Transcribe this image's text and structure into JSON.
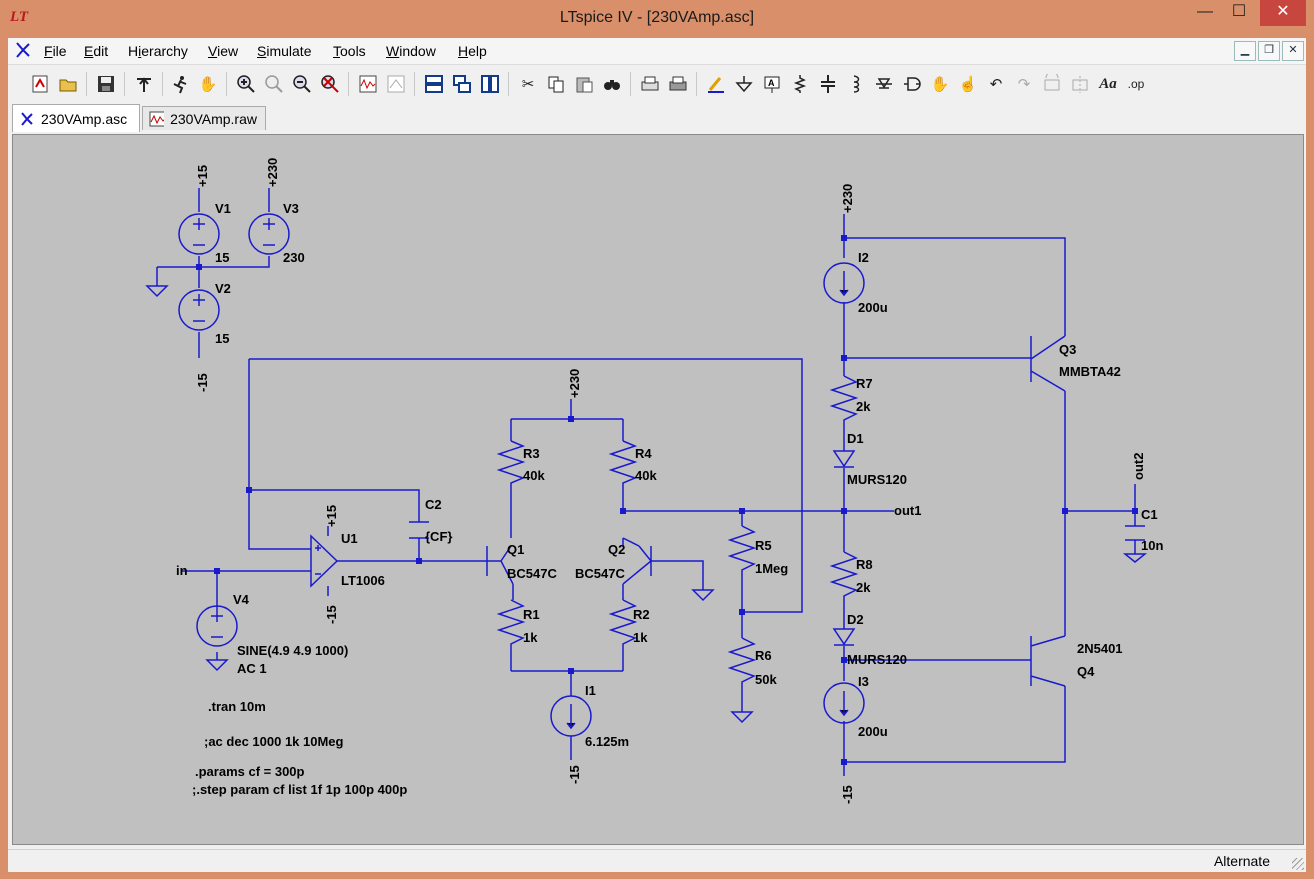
{
  "window": {
    "title": "LTspice IV - [230VAmp.asc]",
    "app_logo": "LT",
    "minimize": "—",
    "maximize": "☐",
    "close": "✕"
  },
  "menu": {
    "items": [
      {
        "label": "File",
        "key": "F",
        "rest": "ile"
      },
      {
        "label": "Edit",
        "key": "E",
        "rest": "dit"
      },
      {
        "label": "Hierarchy",
        "key": "i",
        "pre": "H",
        "rest": "erarchy"
      },
      {
        "label": "View",
        "key": "V",
        "rest": "iew"
      },
      {
        "label": "Simulate",
        "key": "S",
        "rest": "imulate"
      },
      {
        "label": "Tools",
        "key": "T",
        "rest": "ools"
      },
      {
        "label": "Window",
        "key": "W",
        "rest": "indow"
      },
      {
        "label": "Help",
        "key": "H",
        "rest": "elp"
      }
    ]
  },
  "toolbar_icons": [
    "new-schematic-icon",
    "open-icon",
    "save-icon",
    "control-panel-icon",
    "run-icon",
    "halt-icon",
    "zoom-in-icon",
    "pan-icon",
    "zoom-out-icon",
    "zoom-fit-icon",
    "waveform-icon",
    "autorange-icon",
    "tile-horizontal-icon",
    "cascade-icon",
    "tile-vertical-icon",
    "cut-icon",
    "copy-icon",
    "paste-icon",
    "find-icon",
    "print-setup-icon",
    "print-icon",
    "draw-wire-icon",
    "ground-icon",
    "label-net-icon",
    "resistor-icon",
    "capacitor-icon",
    "inductor-icon",
    "diode-icon",
    "component-icon",
    "move-icon",
    "drag-icon",
    "undo-icon",
    "redo-icon",
    "rotate-icon",
    "mirror-icon",
    "text-icon",
    "spice-directive-icon"
  ],
  "tabs": [
    {
      "label": "230VAmp.asc",
      "icon": "schematic-icon",
      "active": true
    },
    {
      "label": "230VAmp.raw",
      "icon": "waveform-icon",
      "active": false
    }
  ],
  "status": {
    "text": "Alternate"
  },
  "schematic": {
    "wire_color": "#1a1acd",
    "components": {
      "V1": {
        "ref": "V1",
        "value": "15"
      },
      "V2": {
        "ref": "V2",
        "value": "15"
      },
      "V3": {
        "ref": "V3",
        "value": "230"
      },
      "V4": {
        "ref": "V4",
        "value": "SINE(4.9 4.9 1000)",
        "value2": "AC 1"
      },
      "U1": {
        "ref": "U1",
        "value": "LT1006"
      },
      "C2": {
        "ref": "C2",
        "value": "{CF}"
      },
      "Q1": {
        "ref": "Q1",
        "value": "BC547C"
      },
      "Q2": {
        "ref": "Q2",
        "value": "BC547C"
      },
      "R3": {
        "ref": "R3",
        "value": "40k"
      },
      "R4": {
        "ref": "R4",
        "value": "40k"
      },
      "R1": {
        "ref": "R1",
        "value": "1k"
      },
      "R2": {
        "ref": "R2",
        "value": "1k"
      },
      "I1": {
        "ref": "I1",
        "value": "6.125m"
      },
      "R5": {
        "ref": "R5",
        "value": "1Meg"
      },
      "R6": {
        "ref": "R6",
        "value": "50k"
      },
      "I2": {
        "ref": "I2",
        "value": "200u"
      },
      "R7": {
        "ref": "R7",
        "value": "2k"
      },
      "D1": {
        "ref": "D1",
        "value": "MURS120"
      },
      "R8": {
        "ref": "R8",
        "value": "2k"
      },
      "D2": {
        "ref": "D2",
        "value": "MURS120"
      },
      "I3": {
        "ref": "I3",
        "value": "200u"
      },
      "Q3": {
        "ref": "Q3",
        "value": "MMBTA42"
      },
      "Q4": {
        "ref": "Q4",
        "value": "2N5401"
      },
      "C1": {
        "ref": "C1",
        "value": "10n"
      }
    },
    "nets": {
      "p15": "+15",
      "m15": "-15",
      "p230": "+230",
      "in": "in",
      "out1": "out1",
      "out2": "out2"
    },
    "directives": [
      ".tran 10m",
      ";ac dec 1000 1k 10Meg",
      ".params cf = 300p",
      ";.step param cf list 1f 1p 100p 400p"
    ]
  }
}
